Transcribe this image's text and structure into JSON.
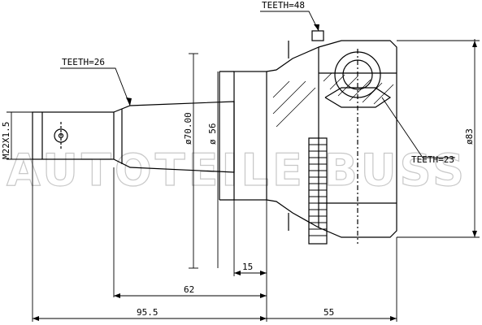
{
  "annotations": {
    "teeth_outer_spline": "TEETH=48",
    "teeth_shaft": "TEETH=26",
    "teeth_abs_ring": "TEETH=23",
    "thread": "M22X1.5",
    "dia_flange": "ø70.00",
    "dia_shaft": "ø 56",
    "dia_outer": "ø83"
  },
  "dimensions": {
    "d15": "15",
    "d62": "62",
    "d95_5": "95.5",
    "d55": "55"
  },
  "watermark": "AUTOTEILE BUSS",
  "colors": {
    "line": "#000000",
    "watermark": "#c8c8c8"
  }
}
